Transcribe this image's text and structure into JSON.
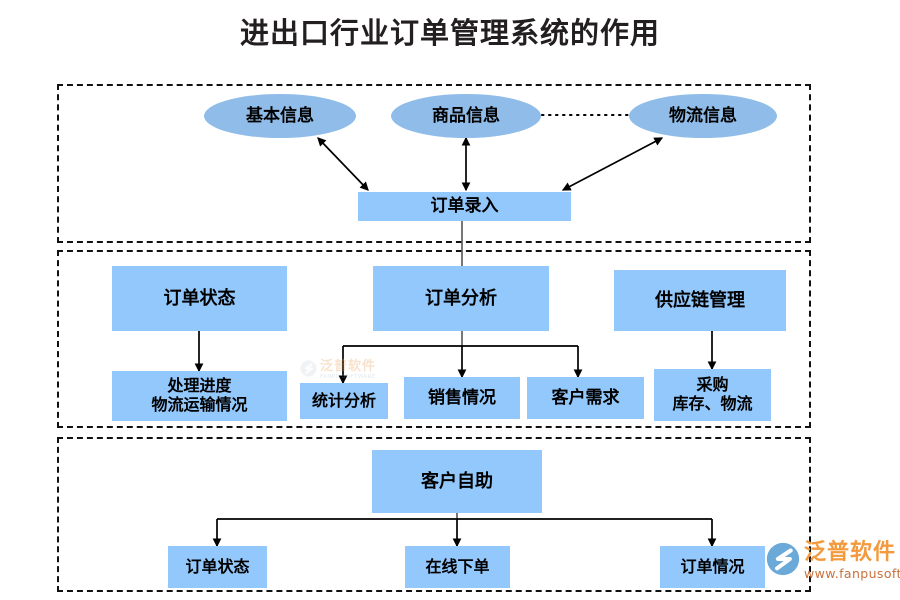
{
  "page": {
    "title": "进出口行业订单管理系统的作用",
    "background_color": "#ffffff",
    "title_color": "#231f20"
  },
  "theme": {
    "rect_fill": "#93c8fd",
    "ellipse_fill": "#8fbce8",
    "connector_color": "#000000",
    "section_border_color": "#111111"
  },
  "sections": [
    {
      "name": "order-entry-section",
      "index": 1
    },
    {
      "name": "order-processing-section",
      "index": 2
    },
    {
      "name": "customer-self-service-section",
      "index": 3
    }
  ],
  "nodes": {
    "basic_info": {
      "label": "基本信息",
      "shape": "ellipse"
    },
    "product_info": {
      "label": "商品信息",
      "shape": "ellipse"
    },
    "logistics_info": {
      "label": "物流信息",
      "shape": "ellipse"
    },
    "order_entry": {
      "label": "订单录入",
      "shape": "rect"
    },
    "order_status_mid": {
      "label": "订单状态",
      "shape": "rect"
    },
    "order_analysis": {
      "label": "订单分析",
      "shape": "rect"
    },
    "supply_chain": {
      "label": "供应链管理",
      "shape": "rect"
    },
    "progress_logistics": {
      "label": "处理进度\n物流运输情况",
      "shape": "rect"
    },
    "statistics": {
      "label": "统计分析",
      "shape": "rect"
    },
    "sales": {
      "label": "销售情况",
      "shape": "rect"
    },
    "customer_demand": {
      "label": "客户需求",
      "shape": "rect"
    },
    "purchase_inventory": {
      "label": "采购\n库存、物流",
      "shape": "rect"
    },
    "customer_self_service": {
      "label": "客户自助",
      "shape": "rect"
    },
    "order_status_bottom": {
      "label": "订单状态",
      "shape": "rect"
    },
    "online_order": {
      "label": "在线下单",
      "shape": "rect"
    },
    "order_situation": {
      "label": "订单情况",
      "shape": "rect"
    }
  },
  "watermarks": {
    "bottom_right": {
      "brand": "泛普软件",
      "url": "www.fanpusoft.com"
    },
    "center": {
      "brand": "泛普软件",
      "sub": "FANPU SOFTWARE"
    }
  }
}
